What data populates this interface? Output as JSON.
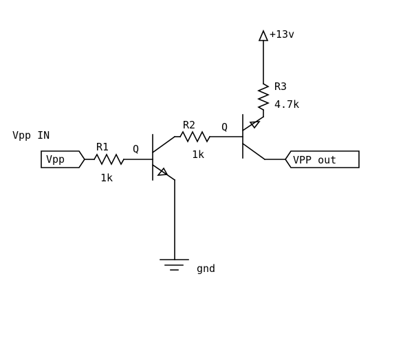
{
  "labels": {
    "vpp_in_title": "Vpp IN",
    "vpp_port": "Vpp",
    "r1_name": "R1",
    "r1_value": "1k",
    "q1_name": "Q",
    "r2_name": "R2",
    "r2_value": "1k",
    "q2_name": "Q",
    "r3_name": "R3",
    "r3_value": "4.7k",
    "supply": "+13v",
    "vpp_out_port": "VPP out",
    "ground": "gnd"
  }
}
